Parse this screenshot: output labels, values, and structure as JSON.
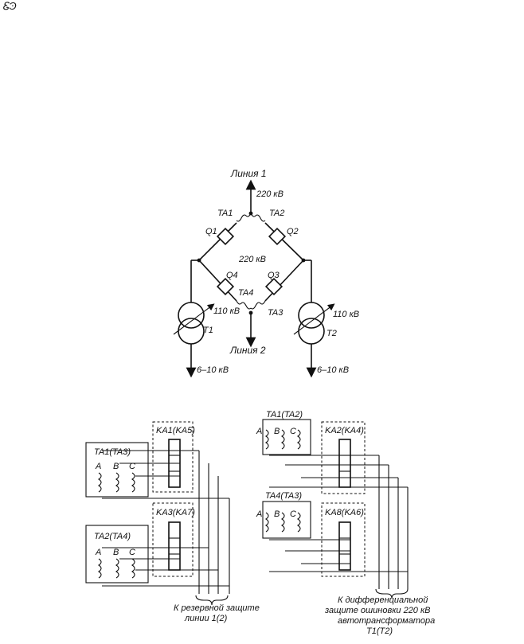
{
  "corner_mark": "ᏋϿ",
  "top": {
    "line1": "Линия 1",
    "line2": "Линия 2",
    "v220_top": "220 кВ",
    "v220_center": "220 кВ",
    "v110_left": "110 кВ",
    "v110_right": "110 кВ",
    "v6_10_left": "6–10 кВ",
    "v6_10_right": "6–10 кВ",
    "TA1": "TA1",
    "TA2": "TA2",
    "TA3": "TA3",
    "TA4": "TA4",
    "Q1": "Q1",
    "Q2": "Q2",
    "Q3": "Q3",
    "Q4": "Q4",
    "T1": "T1",
    "T2": "T2"
  },
  "left_circuit": {
    "relay_top": "KA1(KA5)",
    "relay_bottom": "KA3(KA7)",
    "ct_top": "TA1(TA3)",
    "ct_bottom": "TA2(TA4)",
    "phases": [
      "A",
      "B",
      "C"
    ],
    "caption_1": "К резервной защите",
    "caption_2": "линии 1(2)"
  },
  "right_circuit": {
    "relay_top": "KA2(KA4)",
    "relay_bottom": "KA8(KA6)",
    "ct_top": "TA1(TA2)",
    "ct_bottom": "TA4(TA3)",
    "phases": [
      "A",
      "B",
      "C"
    ],
    "caption_1": "К дифференциальной",
    "caption_2": "защите ошиновки 220 кВ",
    "caption_3": "автотрансформатора",
    "caption_4": "T1(T2)"
  }
}
